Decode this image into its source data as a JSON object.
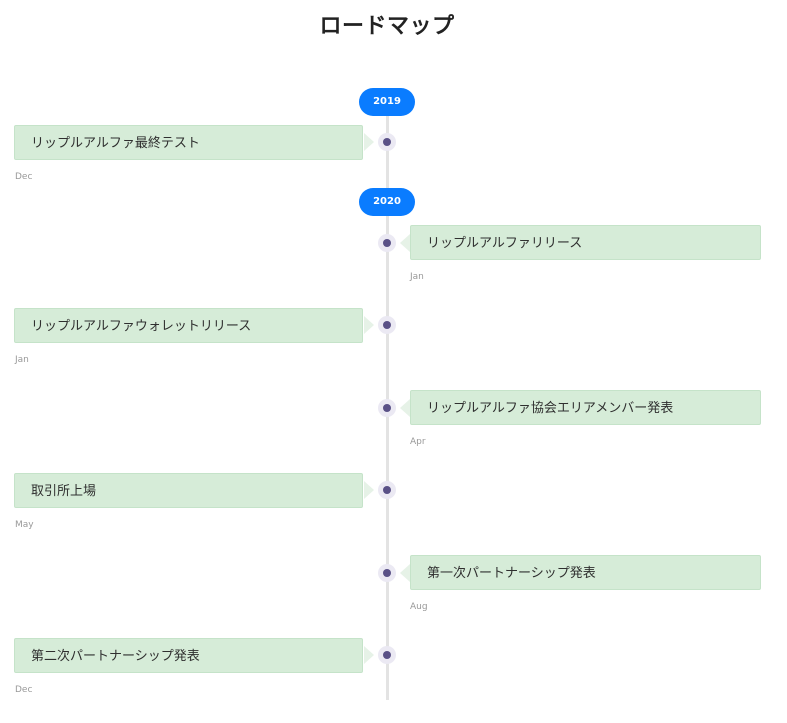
{
  "page": {
    "title": "ロードマップ"
  },
  "colors": {
    "year_badge": "#0a7cff",
    "card_bg": "#d6ecd8",
    "card_border": "#c5e3c9",
    "dot": "#5a5187",
    "line": "#e3e3e3"
  },
  "timeline": {
    "years": [
      {
        "label": "2019"
      },
      {
        "label": "2020"
      }
    ],
    "events": [
      {
        "title": "リップルアルファ最終テスト",
        "date": "Dec",
        "side": "left"
      },
      {
        "title": "リップルアルファリリース",
        "date": "Jan",
        "side": "right"
      },
      {
        "title": "リップルアルファウォレットリリース",
        "date": "Jan",
        "side": "left"
      },
      {
        "title": "リップルアルファ協会エリアメンバー発表",
        "date": "Apr",
        "side": "right"
      },
      {
        "title": "取引所上場",
        "date": "May",
        "side": "left"
      },
      {
        "title": "第一次パートナーシップ発表",
        "date": "Aug",
        "side": "right"
      },
      {
        "title": "第二次パートナーシップ発表",
        "date": "Dec",
        "side": "left"
      }
    ]
  }
}
